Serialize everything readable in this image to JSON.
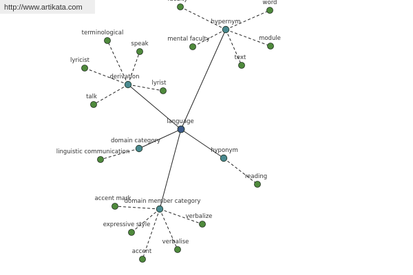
{
  "source_url": "http://www.artikata.com",
  "colors": {
    "center_node": "#3d5a8a",
    "relation_node": "#4a8a90",
    "leaf_node": "#4f8a3c",
    "edge": "#222222",
    "node_border": "#1e2e1e"
  },
  "center": {
    "label": "language"
  },
  "relations": [
    {
      "id": "hypernym",
      "label": "hypernym",
      "terms": [
        "faculty",
        "word",
        "mental faculty",
        "module",
        "text"
      ]
    },
    {
      "id": "derivation",
      "label": "derivation",
      "terms": [
        "terminological",
        "speak",
        "lyricist",
        "lyrist",
        "talk"
      ]
    },
    {
      "id": "domain-category",
      "label": "domain category",
      "terms": [
        "linguistic communication"
      ]
    },
    {
      "id": "hyponym",
      "label": "hyponym",
      "terms": [
        "reading"
      ]
    },
    {
      "id": "domain-member-category",
      "label": "domain member category",
      "terms": [
        "accent mark",
        "verbalize",
        "expressive style",
        "verbalise",
        "accent"
      ]
    }
  ]
}
